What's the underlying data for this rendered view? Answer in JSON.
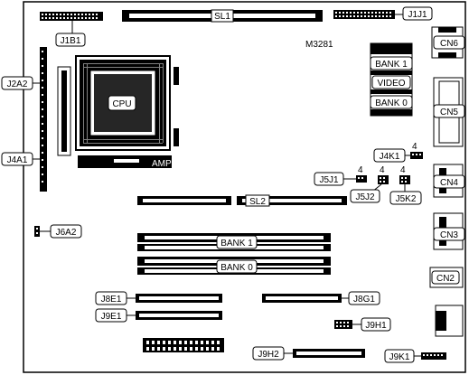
{
  "board_id": "M3281",
  "labels": {
    "sl1": "SL1",
    "sl2": "SL2",
    "j1b1": "J1B1",
    "j1j1": "J1J1",
    "j2a2": "J2A2",
    "j4a1": "J4A1",
    "cpu": "CPU",
    "amp": "AMP",
    "cn6": "CN6",
    "cn5": "CN5",
    "cn4": "CN4",
    "cn3": "CN3",
    "cn2": "CN2",
    "bank1_top": "BANK 1",
    "video": "VIDEO",
    "bank0_top": "BANK 0",
    "j4k1": "J4K1",
    "j4k1_pin": "4",
    "j5j1": "J5J1",
    "j5j1_pin": "4",
    "j5j2": "J5J2",
    "j5j2_pin": "4",
    "j5k2": "J5K2",
    "j5k2_pin": "4",
    "j6a2": "J6A2",
    "bank1_simm": "BANK 1",
    "bank0_simm": "BANK 0",
    "j8e1": "J8E1",
    "j8g1": "J8G1",
    "j9e1": "J9E1",
    "j9h1": "J9H1",
    "j9h2": "J9H2",
    "j9k1": "J9K1"
  }
}
